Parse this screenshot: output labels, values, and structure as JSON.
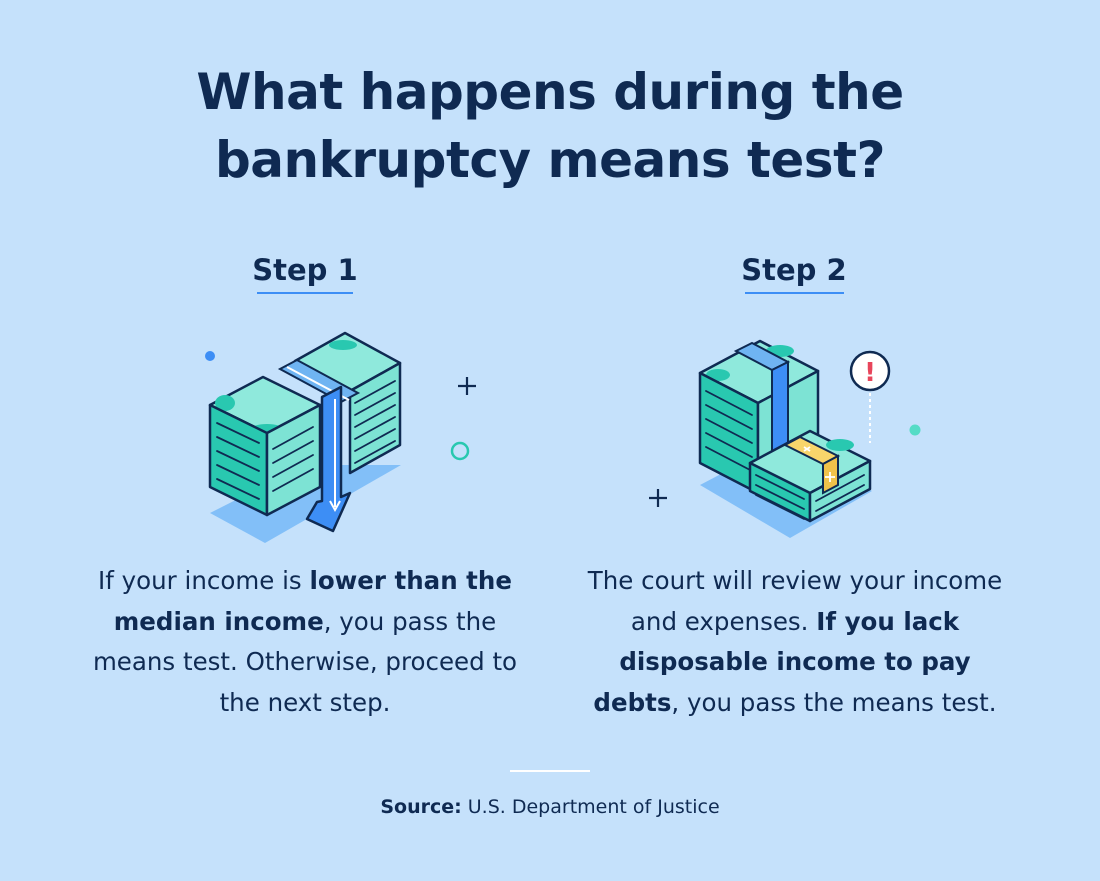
{
  "title_line1": "What happens during the",
  "title_line2": "bankruptcy means test?",
  "steps": [
    {
      "label": "Step 1",
      "text_before": "If your income is ",
      "text_bold": "lower than the median income",
      "text_after": ", you pass the means test. Otherwise, proceed to the next step."
    },
    {
      "label": "Step 2",
      "text_before": "The court will review your income and expenses. ",
      "text_bold": "If you lack disposable income to pay debts",
      "text_after": ", you pass the means test."
    }
  ],
  "icons": {
    "step1": "money-stack-down-arrow-icon",
    "step2": "money-stacks-alert-icon",
    "alert_glyph": "!"
  },
  "source": {
    "label": "Source:",
    "value": " U.S. Department of Justice"
  },
  "colors": {
    "background": "#c5e1fb",
    "text": "#0f2a52",
    "accent_blue": "#3d8ef5",
    "money_teal": "#7de3d4",
    "money_dark": "#29c8b0",
    "band_yellow": "#f8d56b",
    "alert_red": "#e8455b"
  }
}
